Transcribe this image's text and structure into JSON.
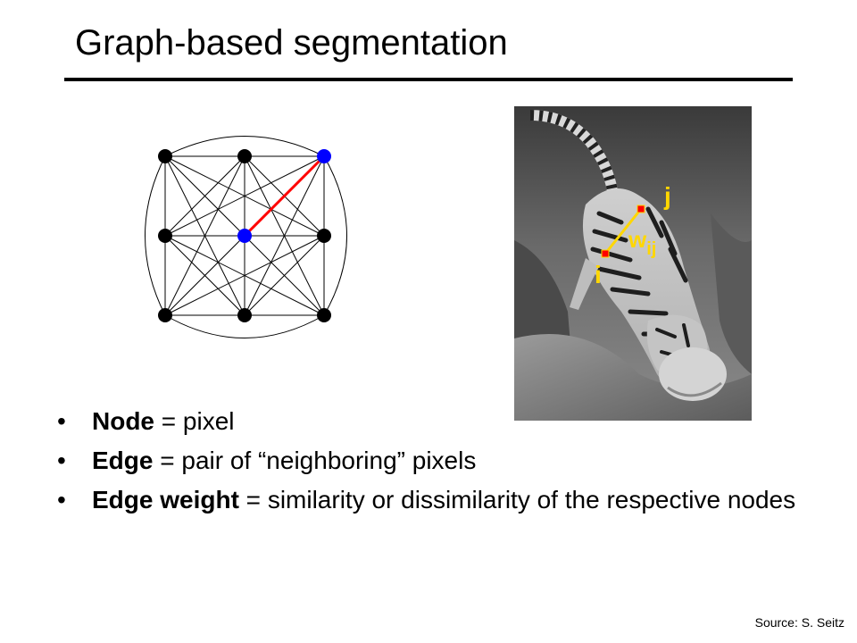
{
  "slide": {
    "title": "Graph-based segmentation",
    "source": "Source: S. Seitz"
  },
  "graph": {
    "nodes": [
      {
        "row": 0,
        "col": 0,
        "color": "#000000"
      },
      {
        "row": 0,
        "col": 1,
        "color": "#000000"
      },
      {
        "row": 0,
        "col": 2,
        "color": "#0000ff"
      },
      {
        "row": 1,
        "col": 0,
        "color": "#000000"
      },
      {
        "row": 1,
        "col": 1,
        "color": "#0000ff"
      },
      {
        "row": 1,
        "col": 2,
        "color": "#000000"
      },
      {
        "row": 2,
        "col": 0,
        "color": "#000000"
      },
      {
        "row": 2,
        "col": 1,
        "color": "#000000"
      },
      {
        "row": 2,
        "col": 2,
        "color": "#000000"
      }
    ],
    "highlight_edge": [
      4,
      2
    ],
    "highlight_color": "#ff0000",
    "edge_color": "#000000"
  },
  "photo": {
    "label_i": "i",
    "label_j": "j",
    "label_w": "w",
    "label_w_sub": "ij",
    "label_color": "#ffd700",
    "marker_color": "#ff0000"
  },
  "bullets": [
    {
      "term": "Node",
      "rest": " = pixel"
    },
    {
      "term": "Edge",
      "rest": " = pair of “neighboring” pixels"
    },
    {
      "term": "Edge weight",
      "rest": " = similarity or dissimilarity of the respective nodes"
    }
  ]
}
